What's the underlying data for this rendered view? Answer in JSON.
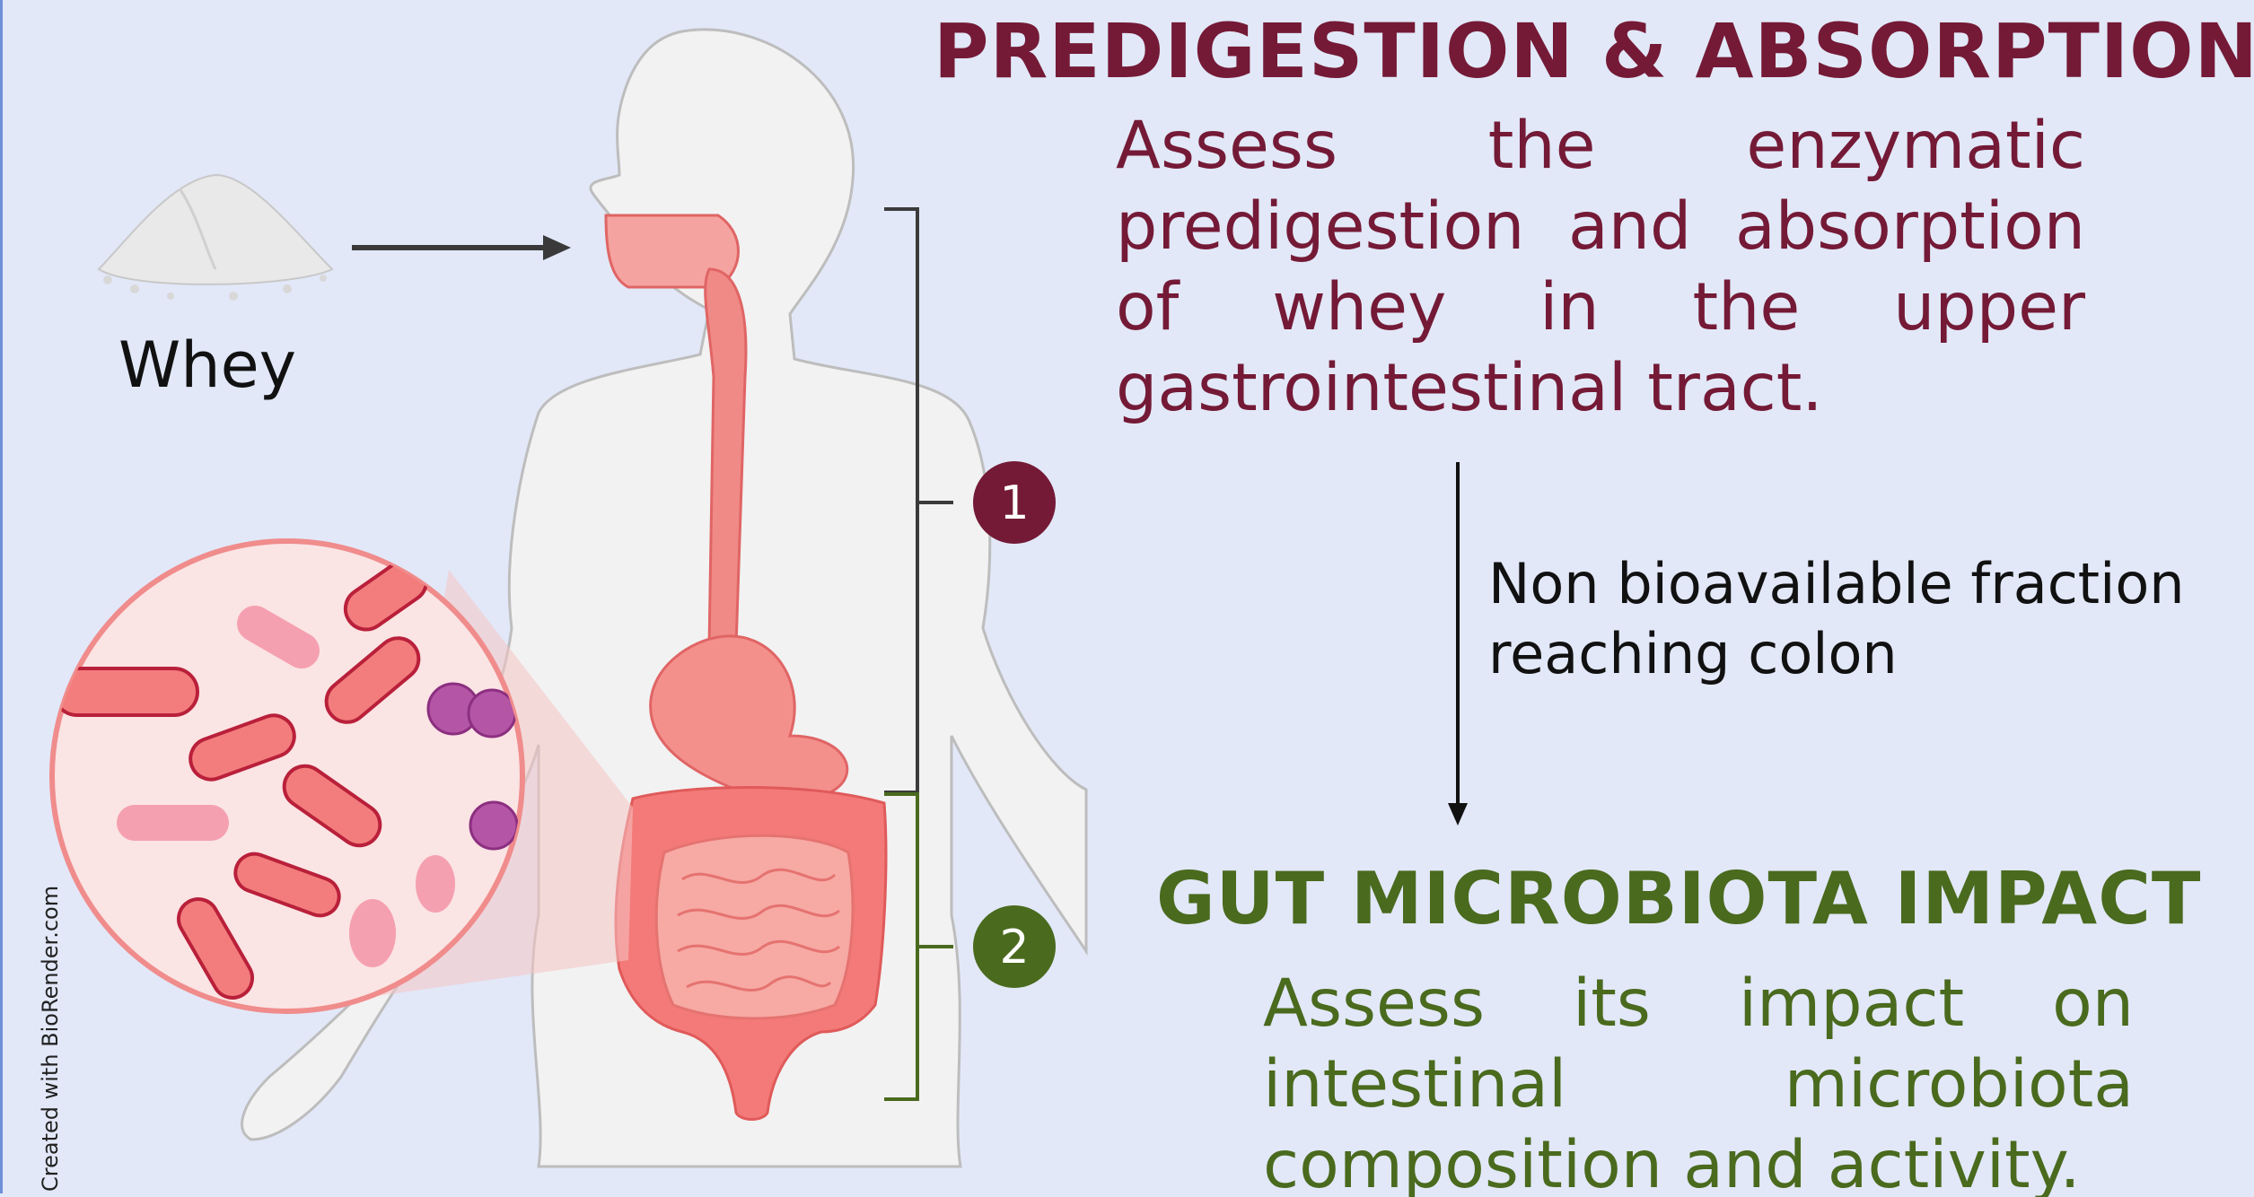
{
  "section1": {
    "title": "PREDIGESTION & ABSORPTION",
    "description": "Assess the enzymatic predigestion and absorption of whey in the upper gastrointestinal tract.",
    "step_number": "1",
    "color": "#741a36"
  },
  "transition": {
    "text_line1": "Non bioavailable fraction",
    "text_line2": "reaching colon"
  },
  "section2": {
    "title": "GUT MICROBIOTA IMPACT",
    "description": "Assess its impact on intestinal microbiota composition and activity.",
    "step_number": "2",
    "color": "#4a6a1e"
  },
  "input": {
    "label": "Whey",
    "icon": "powder-pile-icon"
  },
  "credit": "Created with BioRender.com"
}
